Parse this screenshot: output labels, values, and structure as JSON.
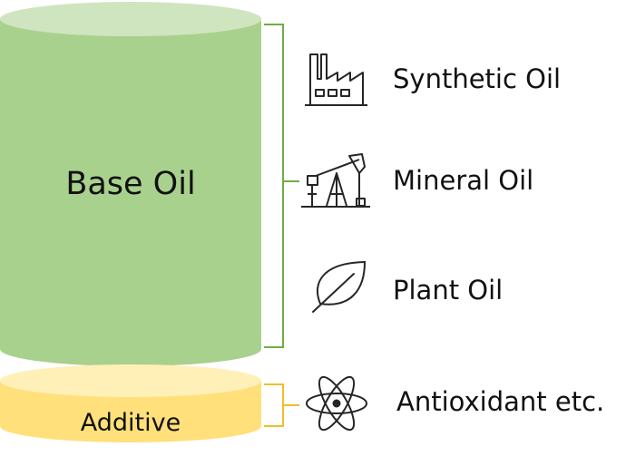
{
  "base": {
    "label": "Base Oil"
  },
  "additive": {
    "label": "Additive"
  },
  "base_oil_types": [
    {
      "label": "Synthetic Oil",
      "icon": "factory-icon"
    },
    {
      "label": "Mineral Oil",
      "icon": "oil-pump-jack-icon"
    },
    {
      "label": "Plant Oil",
      "icon": "leaf-icon"
    }
  ],
  "additive_types": [
    {
      "label": "Antioxidant etc.",
      "icon": "atom-icon"
    }
  ],
  "colors": {
    "base_body": "#a9d18e",
    "base_top": "#cfe5bf",
    "base_bracket": "#70ad47",
    "additive_body": "#ffe07a",
    "additive_top": "#fff0b8",
    "additive_bracket": "#f2bd2a",
    "icon_stroke": "#262626"
  }
}
